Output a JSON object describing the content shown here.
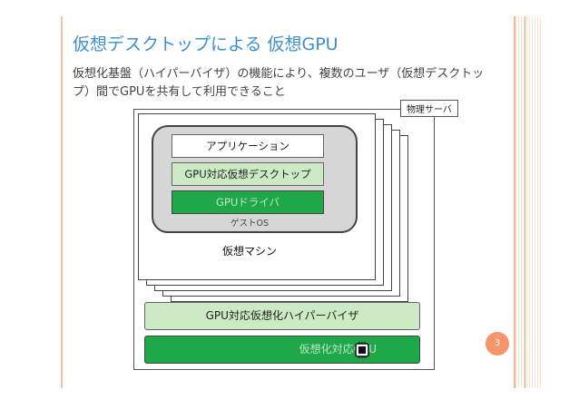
{
  "slide": {
    "title": "仮想デスクトップによる 仮想GPU",
    "subtitle": "仮想化基盤（ハイパーバイザ）の機能により、複数のユーザ（仮想デスクトップ）間でGPUを共有して利用できること",
    "page_number": "3"
  },
  "diagram": {
    "server_label": "物理サーバ",
    "vm": {
      "app_label": "アプリケーション",
      "desktop_label": "GPU対応仮想デスクトップ",
      "driver_label": "GPUドライバ",
      "guest_os_label": "ゲストOS",
      "vm_label": "仮想マシン"
    },
    "hypervisor_label": "GPU対応仮想化ハイパーバイザ",
    "gpu_label": "仮想化対応GPU"
  },
  "colors": {
    "title": "#3e8fd0",
    "light_green": "#ccebc5",
    "green": "#1ea84a",
    "accent": "#f4956a"
  },
  "icons": {
    "gpu": "chip-icon"
  }
}
